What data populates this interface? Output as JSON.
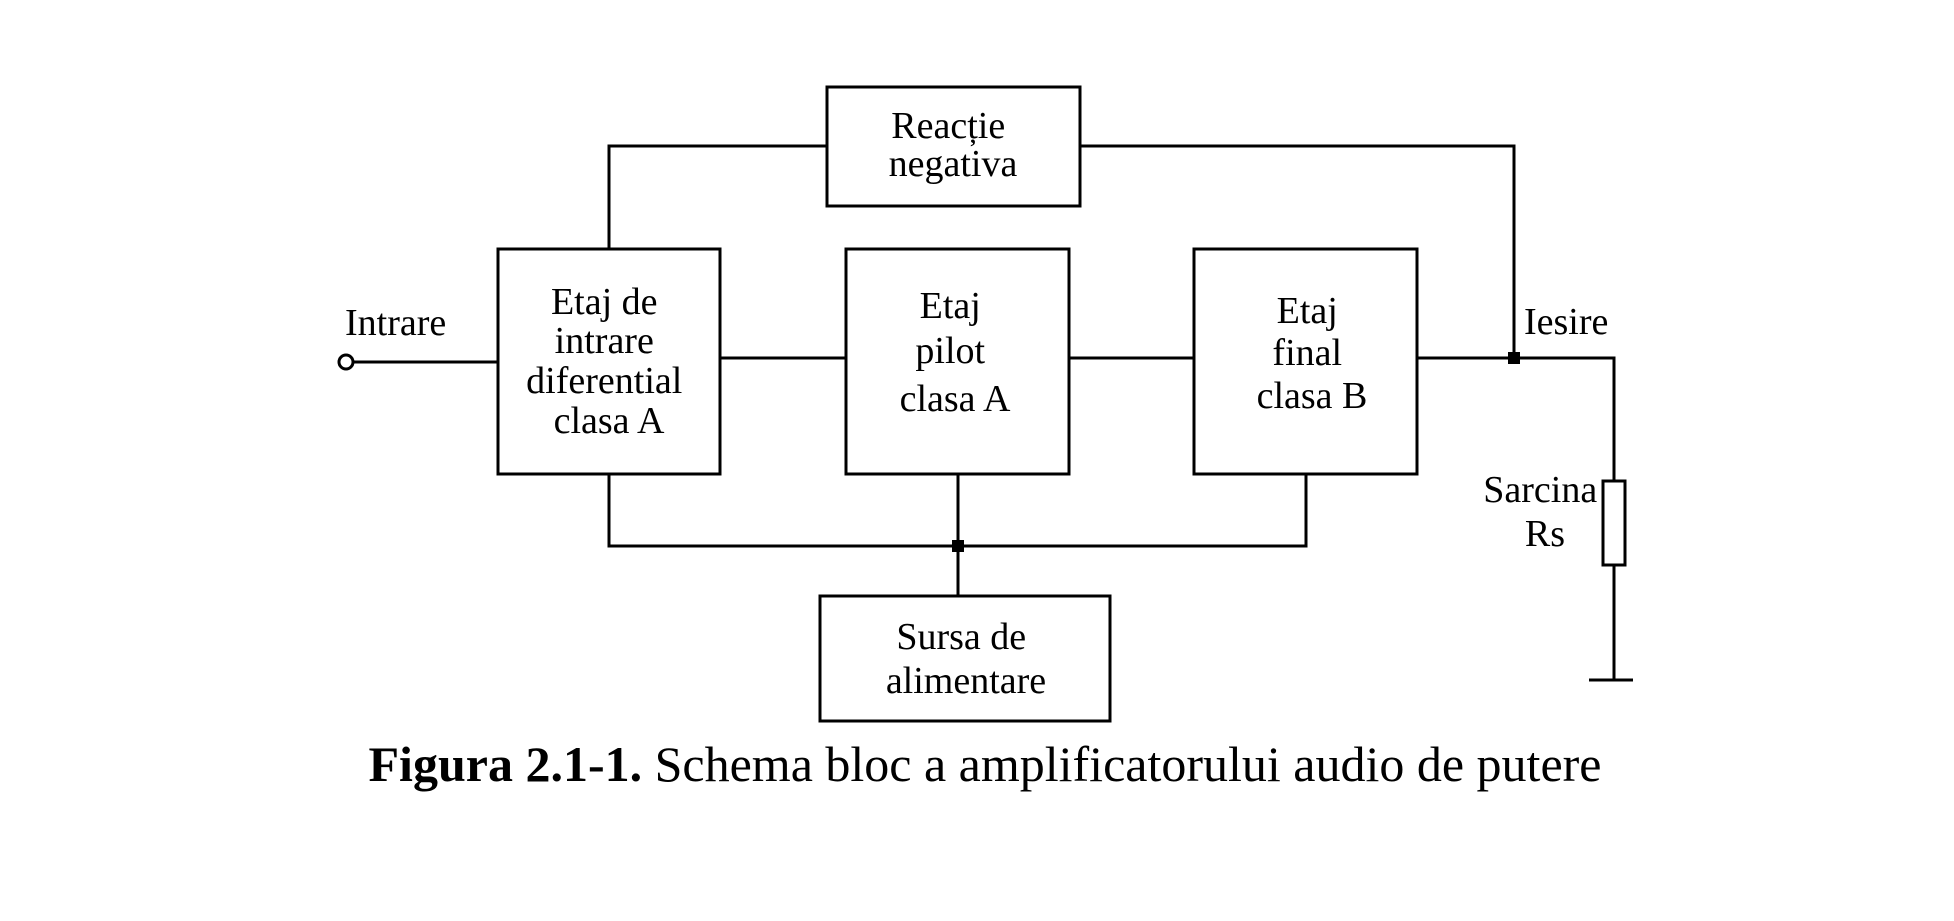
{
  "blocks": {
    "feedback": [
      "Reacție",
      "negativa"
    ],
    "input_stage": [
      "Etaj de",
      "intrare",
      "diferential",
      "clasa A"
    ],
    "driver_stage": [
      "Etaj",
      "pilot",
      "clasa A"
    ],
    "output_stage": [
      "Etaj",
      "final",
      "clasa B"
    ],
    "power_supply": [
      "Sursa de",
      "alimentare"
    ]
  },
  "labels": {
    "input": "Intrare",
    "output": "Iesire",
    "load": [
      "Sarcina",
      "Rs"
    ]
  },
  "caption": {
    "number": "Figura 2.1-1.",
    "text": " Schema bloc a amplificatorului audio de putere"
  }
}
